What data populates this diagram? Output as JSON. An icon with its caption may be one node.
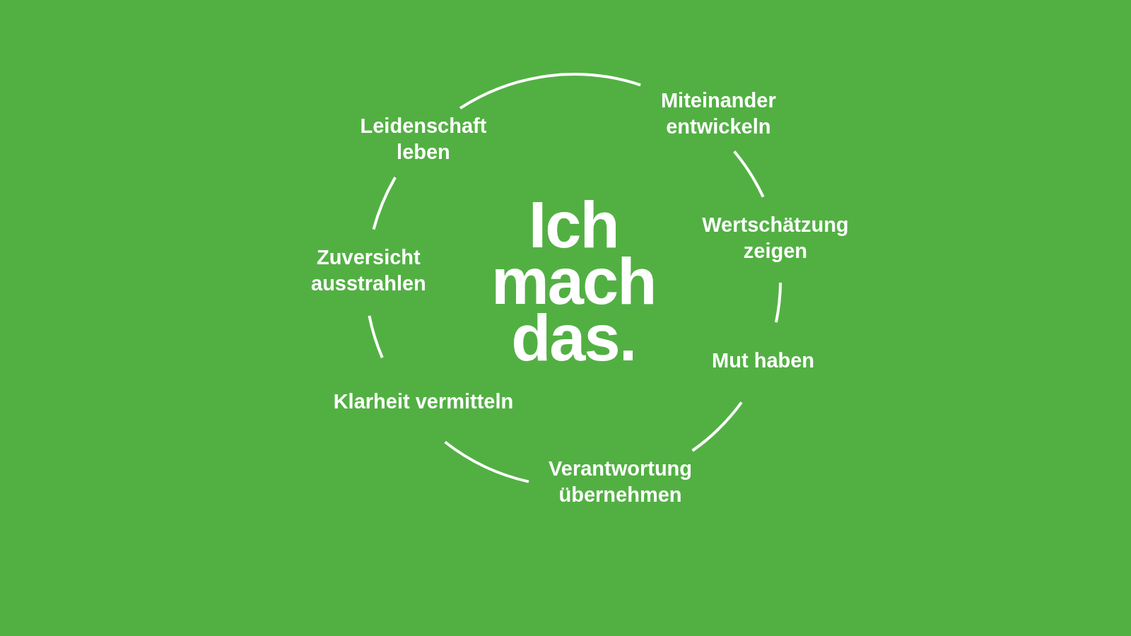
{
  "diagram": {
    "title": "Ich mach das.",
    "nodes": [
      {
        "text": [
          "Miteinander entwickeln"
        ]
      },
      {
        "text": [
          "Wertschätzung zeigen"
        ]
      },
      {
        "text": [
          "Mut haben"
        ]
      },
      {
        "text": [
          "Verantwortung übernehmen"
        ]
      },
      {
        "text": [
          "Klarheit vermitteln"
        ]
      },
      {
        "text": [
          "Zuversicht ausstrahlen"
        ]
      },
      {
        "text": [
          "Leidenschaft leben"
        ]
      }
    ],
    "edges": [
      {
        "from": 0,
        "to": 1,
        "arrow": "none"
      },
      {
        "from": 1,
        "to": 2,
        "arrow": "none"
      },
      {
        "from": 2,
        "to": 3,
        "arrow": "none"
      },
      {
        "from": 3,
        "to": 4,
        "arrow": "none"
      },
      {
        "from": 4,
        "to": 5,
        "arrow": "none"
      },
      {
        "from": 5,
        "to": 6,
        "arrow": "none"
      },
      {
        "from": 6,
        "to": 0,
        "arrow": "none"
      }
    ]
  }
}
